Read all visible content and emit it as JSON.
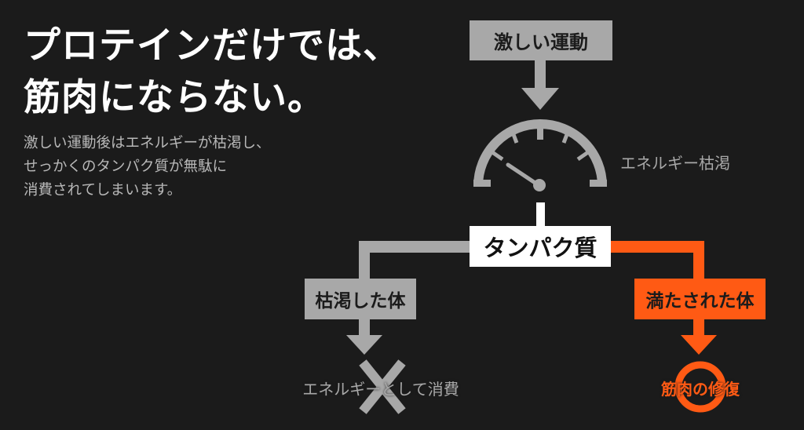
{
  "headline": {
    "line1": "プロテインだけでは、",
    "line2": "筋肉にならない。"
  },
  "description": {
    "line1": "激しい運動後はエネルギーが枯渇し、",
    "line2": "せっかくのタンパク質が無駄に",
    "line3": "消費されてしまいます。"
  },
  "diagram": {
    "start": "激しい運動",
    "gauge_label": "エネルギー枯渇",
    "gauge_icon": "speedometer-low-icon",
    "center": "タンパク質",
    "left_branch": {
      "box": "枯渇した体",
      "result": "エネルギーとして消費",
      "result_icon": "cross-icon"
    },
    "right_branch": {
      "box": "満たされた体",
      "result": "筋肉の修復",
      "result_icon": "cycle-circle-icon"
    }
  },
  "colors": {
    "background": "#1b1b1b",
    "gray": "#a8a8a8",
    "accent": "#ff5a14",
    "white": "#ffffff"
  }
}
